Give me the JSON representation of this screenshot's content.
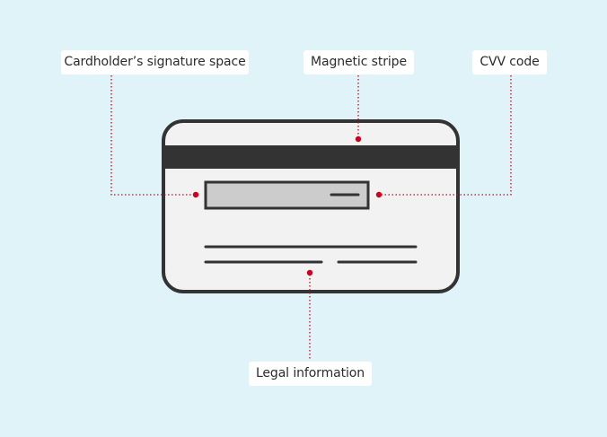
{
  "callouts": {
    "signature": "Cardholder’s signature space",
    "magnetic": "Magnetic stripe",
    "cvv": "CVV code",
    "legal": "Legal information"
  },
  "colors": {
    "background": "#e0f3f8",
    "card_fill": "#f2f2f2",
    "card_outline": "#333333",
    "signature_panel": "#cccccc",
    "leader_line": "#d0021b"
  }
}
